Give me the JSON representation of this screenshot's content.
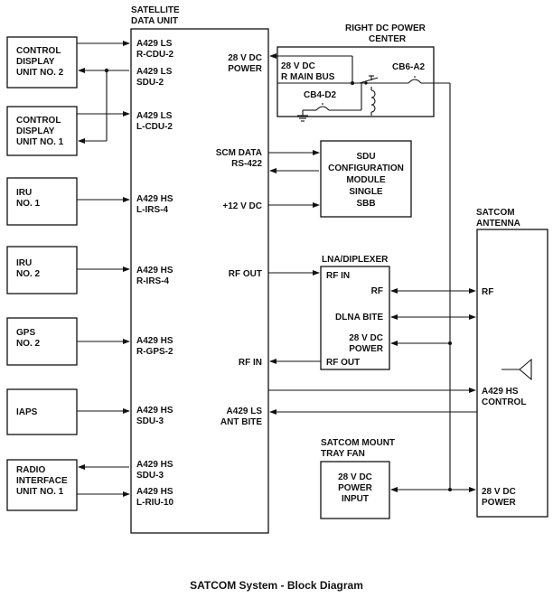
{
  "caption": "SATCOM System - Block Diagram",
  "sdu": {
    "title": [
      "SATELLITE",
      "DATA UNIT"
    ],
    "left_ports": [
      [
        "A429 LS",
        "R-CDU-2"
      ],
      [
        "A429 LS",
        "SDU-2"
      ],
      [
        "A429 LS",
        "L-CDU-2"
      ],
      [
        "A429 HS",
        "L-IRS-4"
      ],
      [
        "A429 HS",
        "R-IRS-4"
      ],
      [
        "A429 HS",
        "R-GPS-2"
      ],
      [
        "A429 HS",
        "SDU-3"
      ],
      [
        "A429 HS",
        "SDU-3"
      ],
      [
        "A429 HS",
        "L-RIU-10"
      ]
    ],
    "right_ports": [
      [
        "28 V DC",
        "POWER"
      ],
      [
        "SCM DATA",
        "RS-422"
      ],
      [
        "+12 V DC"
      ],
      [
        "RF OUT"
      ],
      [
        "RF IN"
      ],
      [
        "A429 LS",
        "ANT BITE"
      ]
    ]
  },
  "left_boxes": [
    [
      "CONTROL",
      "DISPLAY",
      "UNIT NO. 2"
    ],
    [
      "CONTROL",
      "DISPLAY",
      "UNIT NO. 1"
    ],
    [
      "IRU",
      "NO. 1"
    ],
    [
      "IRU",
      "NO. 2"
    ],
    [
      "GPS",
      "NO. 2"
    ],
    [
      "IAPS"
    ],
    [
      "RADIO",
      "INTERFACE",
      "UNIT NO. 1"
    ]
  ],
  "power_center": {
    "title": [
      "RIGHT DC POWER",
      "CENTER"
    ],
    "bus": [
      "28 V DC",
      "R MAIN BUS"
    ],
    "breaker_main": "CB6-A2",
    "breaker_relay": "CB4-D2"
  },
  "scm": [
    "SDU",
    "CONFIGURATION",
    "MODULE",
    "SINGLE",
    "SBB"
  ],
  "lna": {
    "title": "LNA/DIPLEXER",
    "ports": [
      [
        "RF IN"
      ],
      [
        "RF"
      ],
      [
        "DLNA BITE"
      ],
      [
        "28 V DC",
        "POWER"
      ],
      [
        "RF OUT"
      ]
    ]
  },
  "antenna": {
    "title": [
      "SATCOM",
      "ANTENNA"
    ],
    "ports": [
      [
        "RF"
      ],
      [
        "A429 HS",
        "CONTROL"
      ],
      [
        "28 V DC",
        "POWER"
      ]
    ]
  },
  "fan": {
    "title": [
      "SATCOM MOUNT",
      "TRAY FAN"
    ],
    "ports": [
      "28 V DC",
      "POWER",
      "INPUT"
    ]
  }
}
